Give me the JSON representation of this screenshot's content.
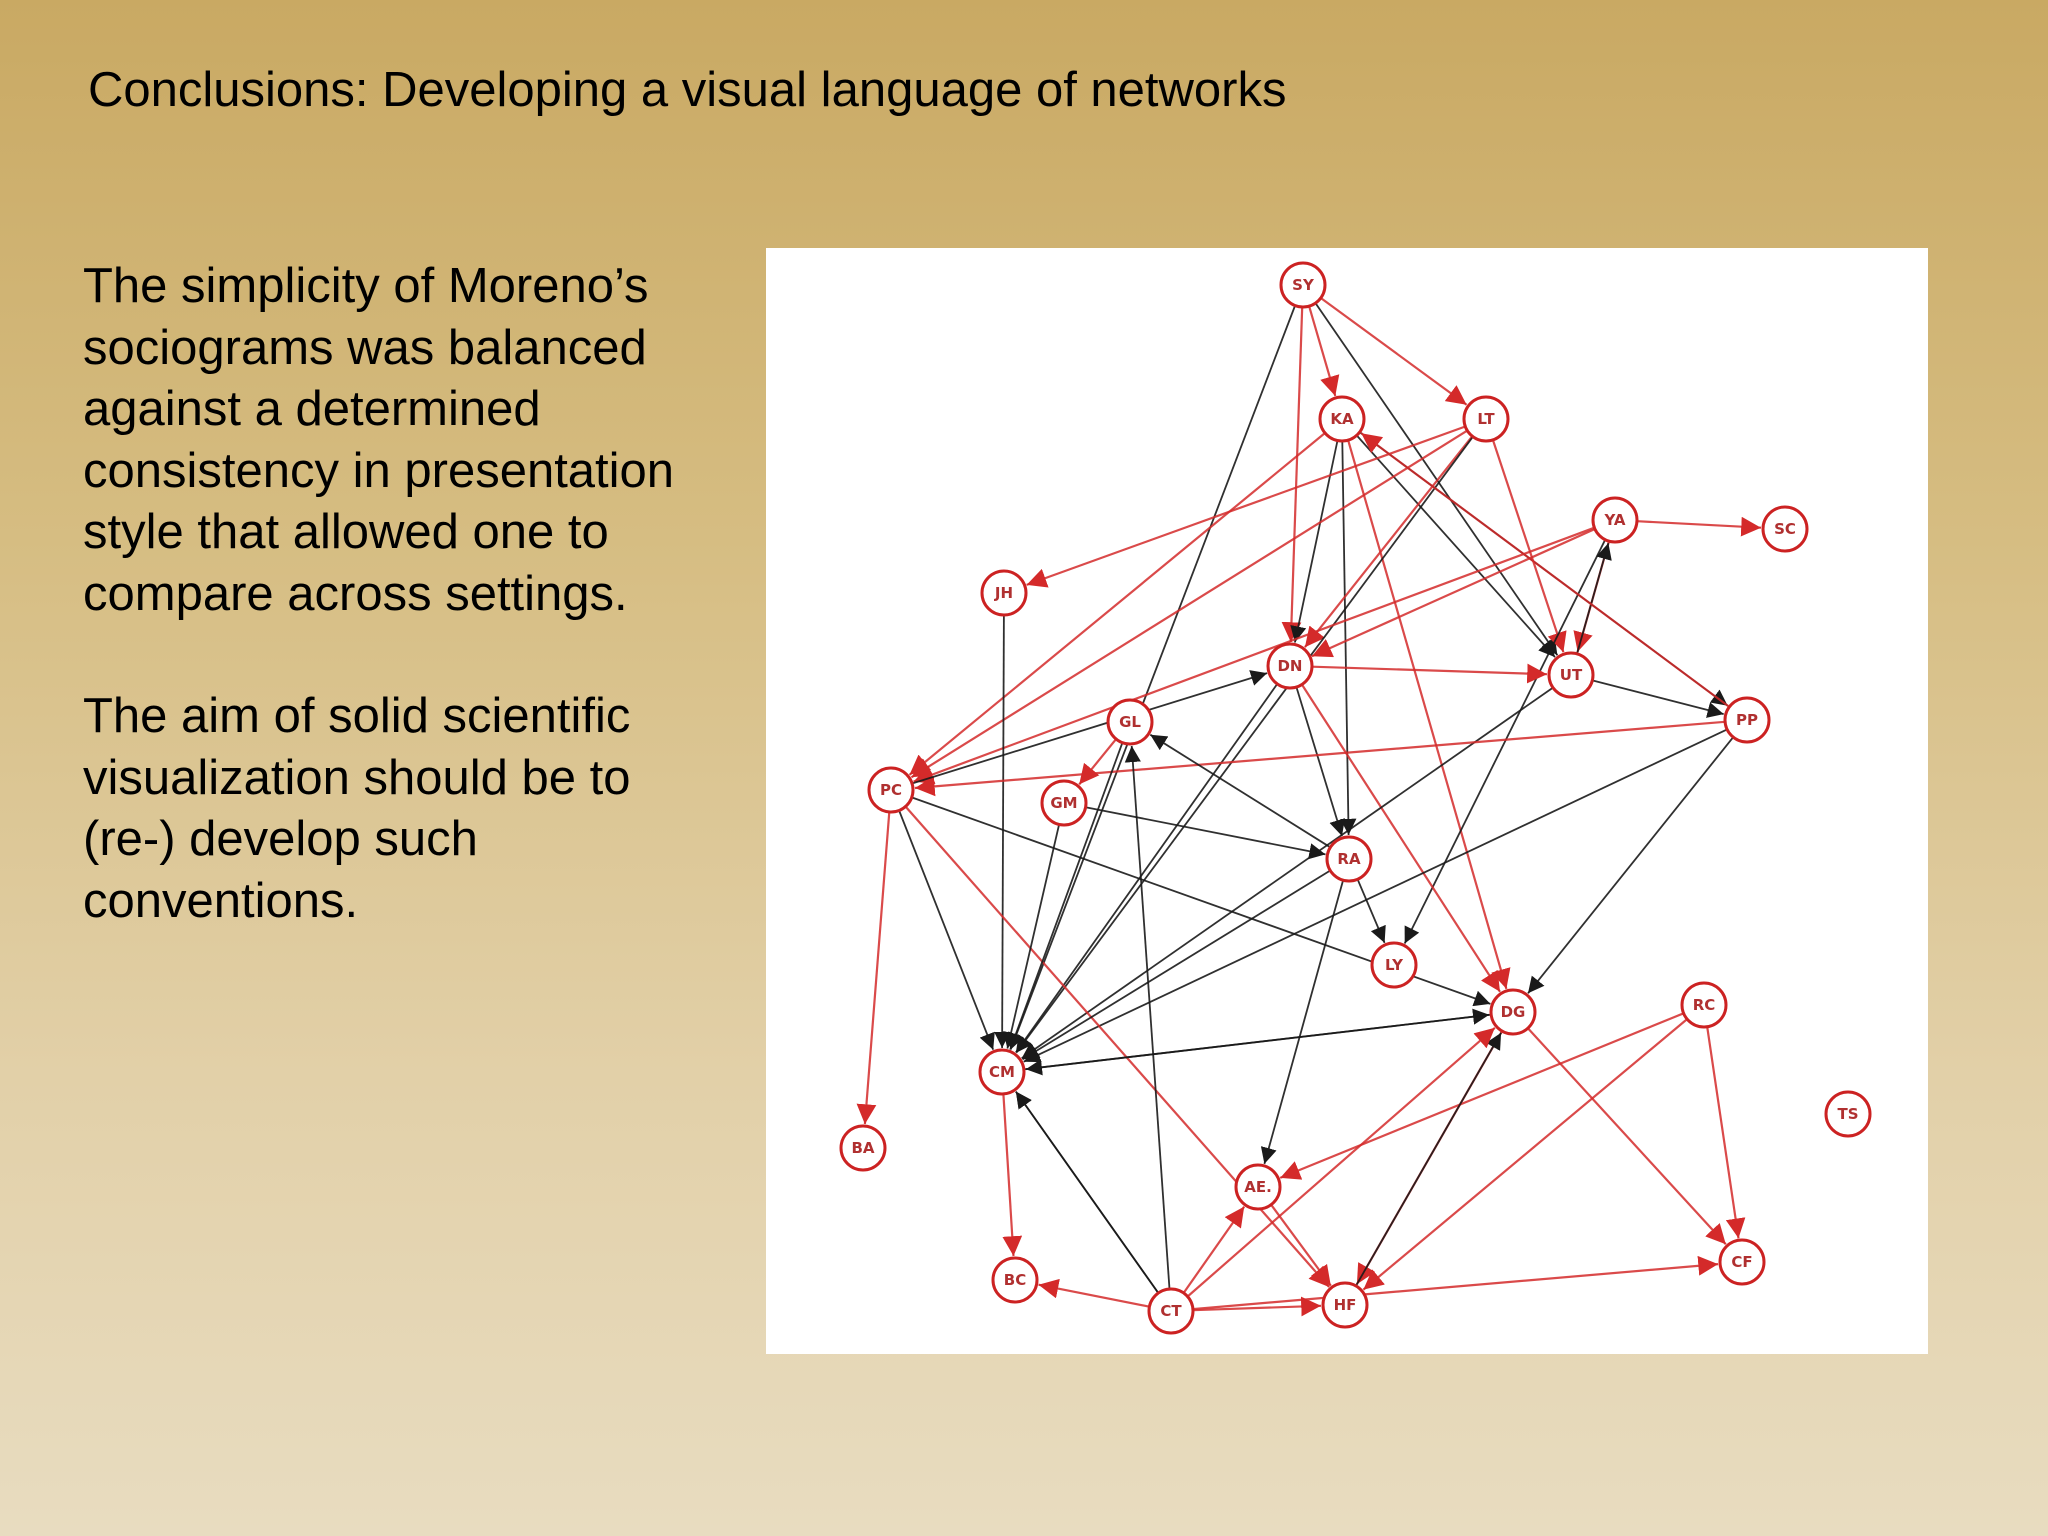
{
  "slide": {
    "title": "Conclusions: Developing a visual language of networks",
    "paragraphs": [
      "The simplicity of Moreno’s sociograms was balanced against a determined consistency in presentation style that allowed one to compare across settings.",
      "The aim of solid scientific visualization should be to (re-) develop such conventions."
    ]
  },
  "sociogram": {
    "colors": {
      "red": "#d42a2a",
      "black": "#1a1a1a",
      "node_stroke": "#cc2222"
    },
    "nodes": [
      {
        "id": "SY"
      },
      {
        "id": "KA"
      },
      {
        "id": "LT"
      },
      {
        "id": "YA"
      },
      {
        "id": "SC"
      },
      {
        "id": "JH"
      },
      {
        "id": "DN"
      },
      {
        "id": "UT"
      },
      {
        "id": "PP"
      },
      {
        "id": "GL"
      },
      {
        "id": "PC"
      },
      {
        "id": "GM"
      },
      {
        "id": "RA"
      },
      {
        "id": "LY"
      },
      {
        "id": "DG"
      },
      {
        "id": "RC"
      },
      {
        "id": "CM"
      },
      {
        "id": "TS"
      },
      {
        "id": "BA"
      },
      {
        "id": "AE."
      },
      {
        "id": "CF"
      },
      {
        "id": "BC"
      },
      {
        "id": "HF"
      },
      {
        "id": "CT"
      }
    ],
    "edges": [
      [
        "SY",
        "KA",
        "red"
      ],
      [
        "SY",
        "LT",
        "red"
      ],
      [
        "SY",
        "DN",
        "red"
      ],
      [
        "SY",
        "CM",
        "black"
      ],
      [
        "SY",
        "UT",
        "black"
      ],
      [
        "KA",
        "PC",
        "red"
      ],
      [
        "KA",
        "DN",
        "black"
      ],
      [
        "KA",
        "RA",
        "black"
      ],
      [
        "KA",
        "UT",
        "black"
      ],
      [
        "KA",
        "DG",
        "red"
      ],
      [
        "KA",
        "PP",
        "black"
      ],
      [
        "LT",
        "JH",
        "red"
      ],
      [
        "LT",
        "PC",
        "red"
      ],
      [
        "LT",
        "UT",
        "red"
      ],
      [
        "LT",
        "DN",
        "red"
      ],
      [
        "LT",
        "CM",
        "black"
      ],
      [
        "YA",
        "SC",
        "red"
      ],
      [
        "YA",
        "DN",
        "red"
      ],
      [
        "YA",
        "PC",
        "red"
      ],
      [
        "YA",
        "LY",
        "black"
      ],
      [
        "YA",
        "UT",
        "red"
      ],
      [
        "JH",
        "CM",
        "black"
      ],
      [
        "DN",
        "UT",
        "red"
      ],
      [
        "DN",
        "RA",
        "black"
      ],
      [
        "DN",
        "CM",
        "black"
      ],
      [
        "DN",
        "DG",
        "red"
      ],
      [
        "UT",
        "PP",
        "black"
      ],
      [
        "UT",
        "YA",
        "black"
      ],
      [
        "UT",
        "CM",
        "black"
      ],
      [
        "PP",
        "PC",
        "red"
      ],
      [
        "PP",
        "DG",
        "black"
      ],
      [
        "PP",
        "CM",
        "black"
      ],
      [
        "PP",
        "KA",
        "red"
      ],
      [
        "PC",
        "BA",
        "red"
      ],
      [
        "PC",
        "CM",
        "black"
      ],
      [
        "PC",
        "DG",
        "black"
      ],
      [
        "PC",
        "DN",
        "black"
      ],
      [
        "PC",
        "HF",
        "red"
      ],
      [
        "GL",
        "CM",
        "black"
      ],
      [
        "GL",
        "GM",
        "red"
      ],
      [
        "GM",
        "RA",
        "black"
      ],
      [
        "GM",
        "CM",
        "black"
      ],
      [
        "RA",
        "GL",
        "black"
      ],
      [
        "RA",
        "LY",
        "black"
      ],
      [
        "RA",
        "AE.",
        "black"
      ],
      [
        "RA",
        "CM",
        "black"
      ],
      [
        "CM",
        "BC",
        "red"
      ],
      [
        "CM",
        "DG",
        "black"
      ],
      [
        "DG",
        "CF",
        "red"
      ],
      [
        "DG",
        "HF",
        "red"
      ],
      [
        "DG",
        "CM",
        "black"
      ],
      [
        "RC",
        "CF",
        "red"
      ],
      [
        "RC",
        "AE.",
        "red"
      ],
      [
        "RC",
        "HF",
        "red"
      ],
      [
        "HF",
        "DG",
        "black"
      ],
      [
        "CT",
        "BC",
        "red"
      ],
      [
        "CT",
        "CM",
        "black"
      ],
      [
        "CT",
        "GL",
        "black"
      ],
      [
        "CT",
        "AE.",
        "red"
      ],
      [
        "CT",
        "HF",
        "red"
      ],
      [
        "CT",
        "CF",
        "red"
      ],
      [
        "CT",
        "DG",
        "red"
      ],
      [
        "CT",
        "CM",
        "black"
      ],
      [
        "AE.",
        "HF",
        "red"
      ]
    ]
  }
}
